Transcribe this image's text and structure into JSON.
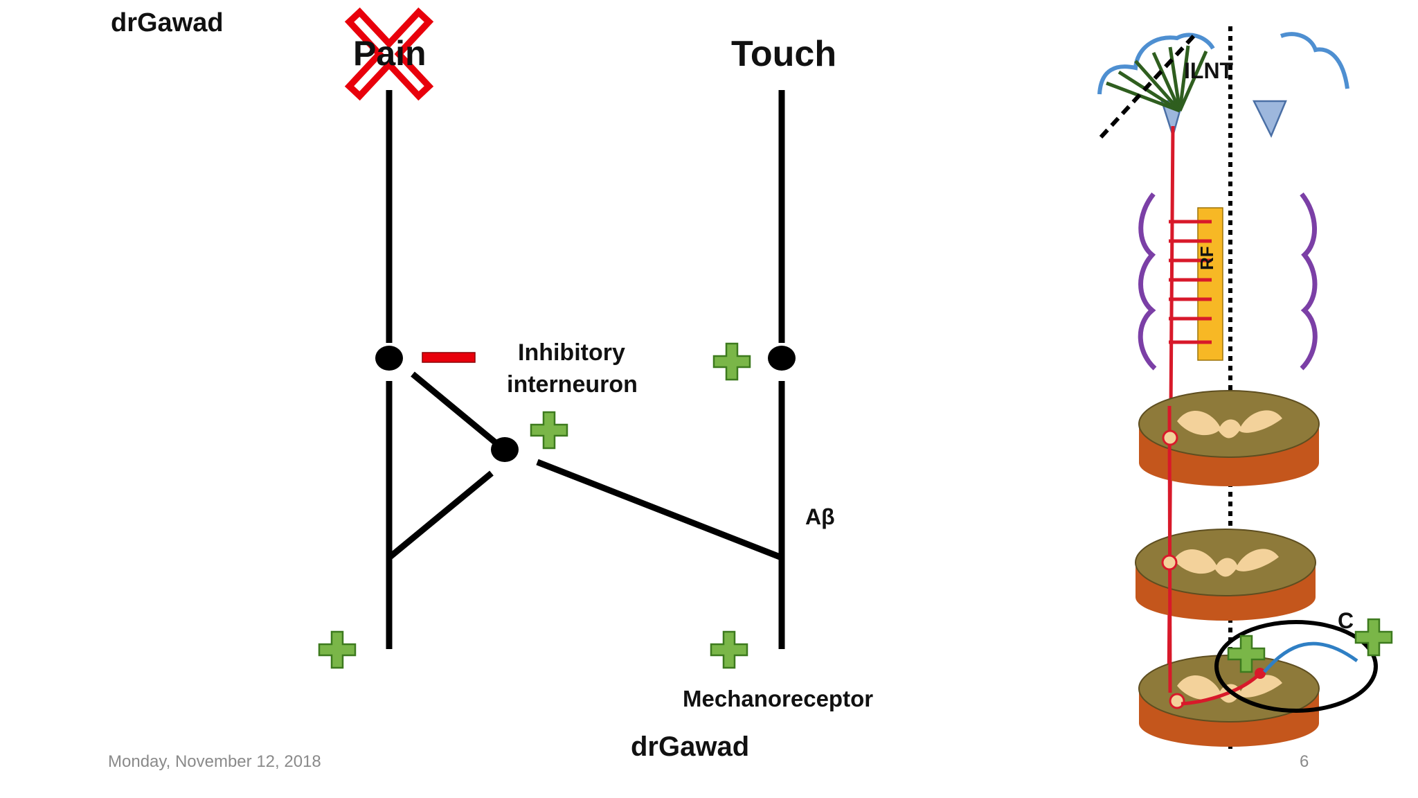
{
  "header": {
    "author_top": "drGawad"
  },
  "diagram": {
    "pain_label": "Pain",
    "touch_label": "Touch",
    "inhibitory_label_line1": "Inhibitory",
    "inhibitory_label_line2": "interneuron",
    "fiber_label": "Aβ",
    "receptor_label": "Mechanoreceptor",
    "inhibit_sign": "minus",
    "excite_sign": "plus"
  },
  "side_figure": {
    "ilnt_label": "ILNT",
    "rf_label": "RF",
    "c_label": "C"
  },
  "footer": {
    "date": "Monday, November 12, 2018",
    "author": "drGawad",
    "slide_number": "6"
  },
  "colors": {
    "line": "#000000",
    "minus": "#e8000b",
    "plus_fill": "#7ab648",
    "plus_stroke": "#3d7a1e",
    "cross": "#e8000b",
    "tract": "#d8192a",
    "rf_box": "#f7b825",
    "brace": "#7b3fa6",
    "cortex": "#4e8fd1",
    "disc_side": "#c4561c",
    "disc_top": "#8e7a3a",
    "grey_matter": "#f3d29b",
    "footer_text": "#8a8a8a"
  }
}
